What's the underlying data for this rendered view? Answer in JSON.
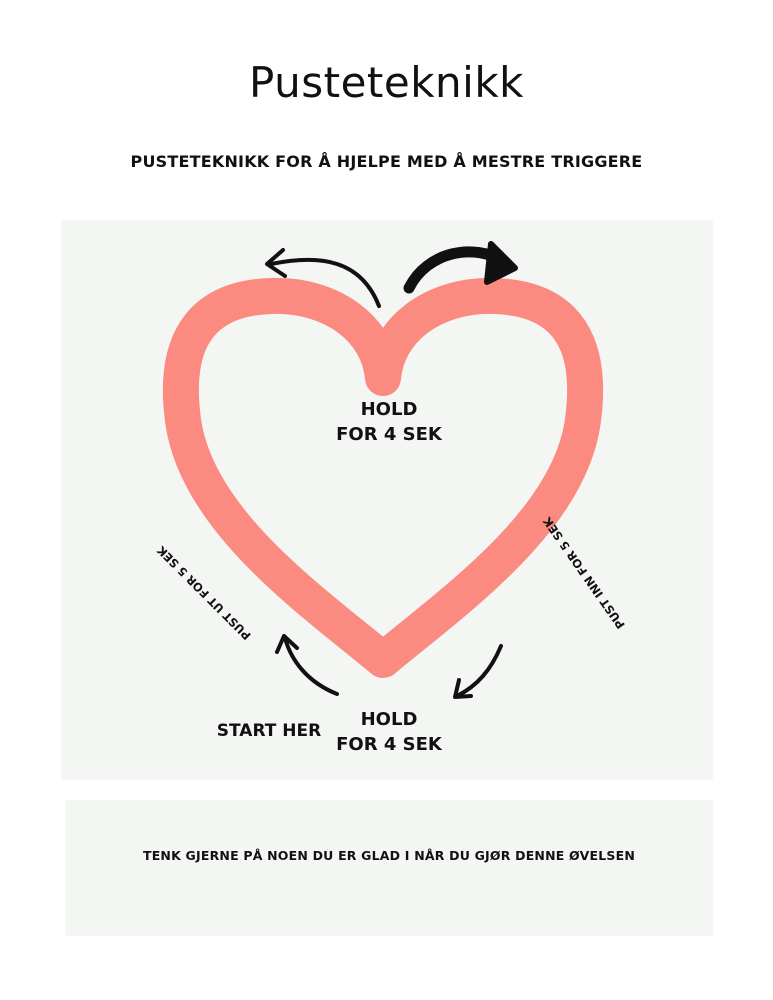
{
  "page": {
    "title": "Pusteteknikk",
    "subtitle": "PUSTETEKNIKK FOR Å HJELPE MED Å MESTRE TRIGGERE"
  },
  "diagram": {
    "heart_color": "#fb8a80",
    "arrow_color": "#111111",
    "panel_color": "#f3f6f3",
    "labels": {
      "hold_top": "HOLD\nFOR 4 SEK",
      "hold_bottom": "HOLD\nFOR 4 SEK",
      "start_here": "START HER",
      "exhale": "PUST UT FOR 5 SEK",
      "inhale": "PUST INN FOR 5 SEK"
    }
  },
  "note": {
    "text": "TENK GJERNE PÅ NOEN DU ER GLAD I NÅR DU GJØR DENNE ØVELSEN"
  }
}
